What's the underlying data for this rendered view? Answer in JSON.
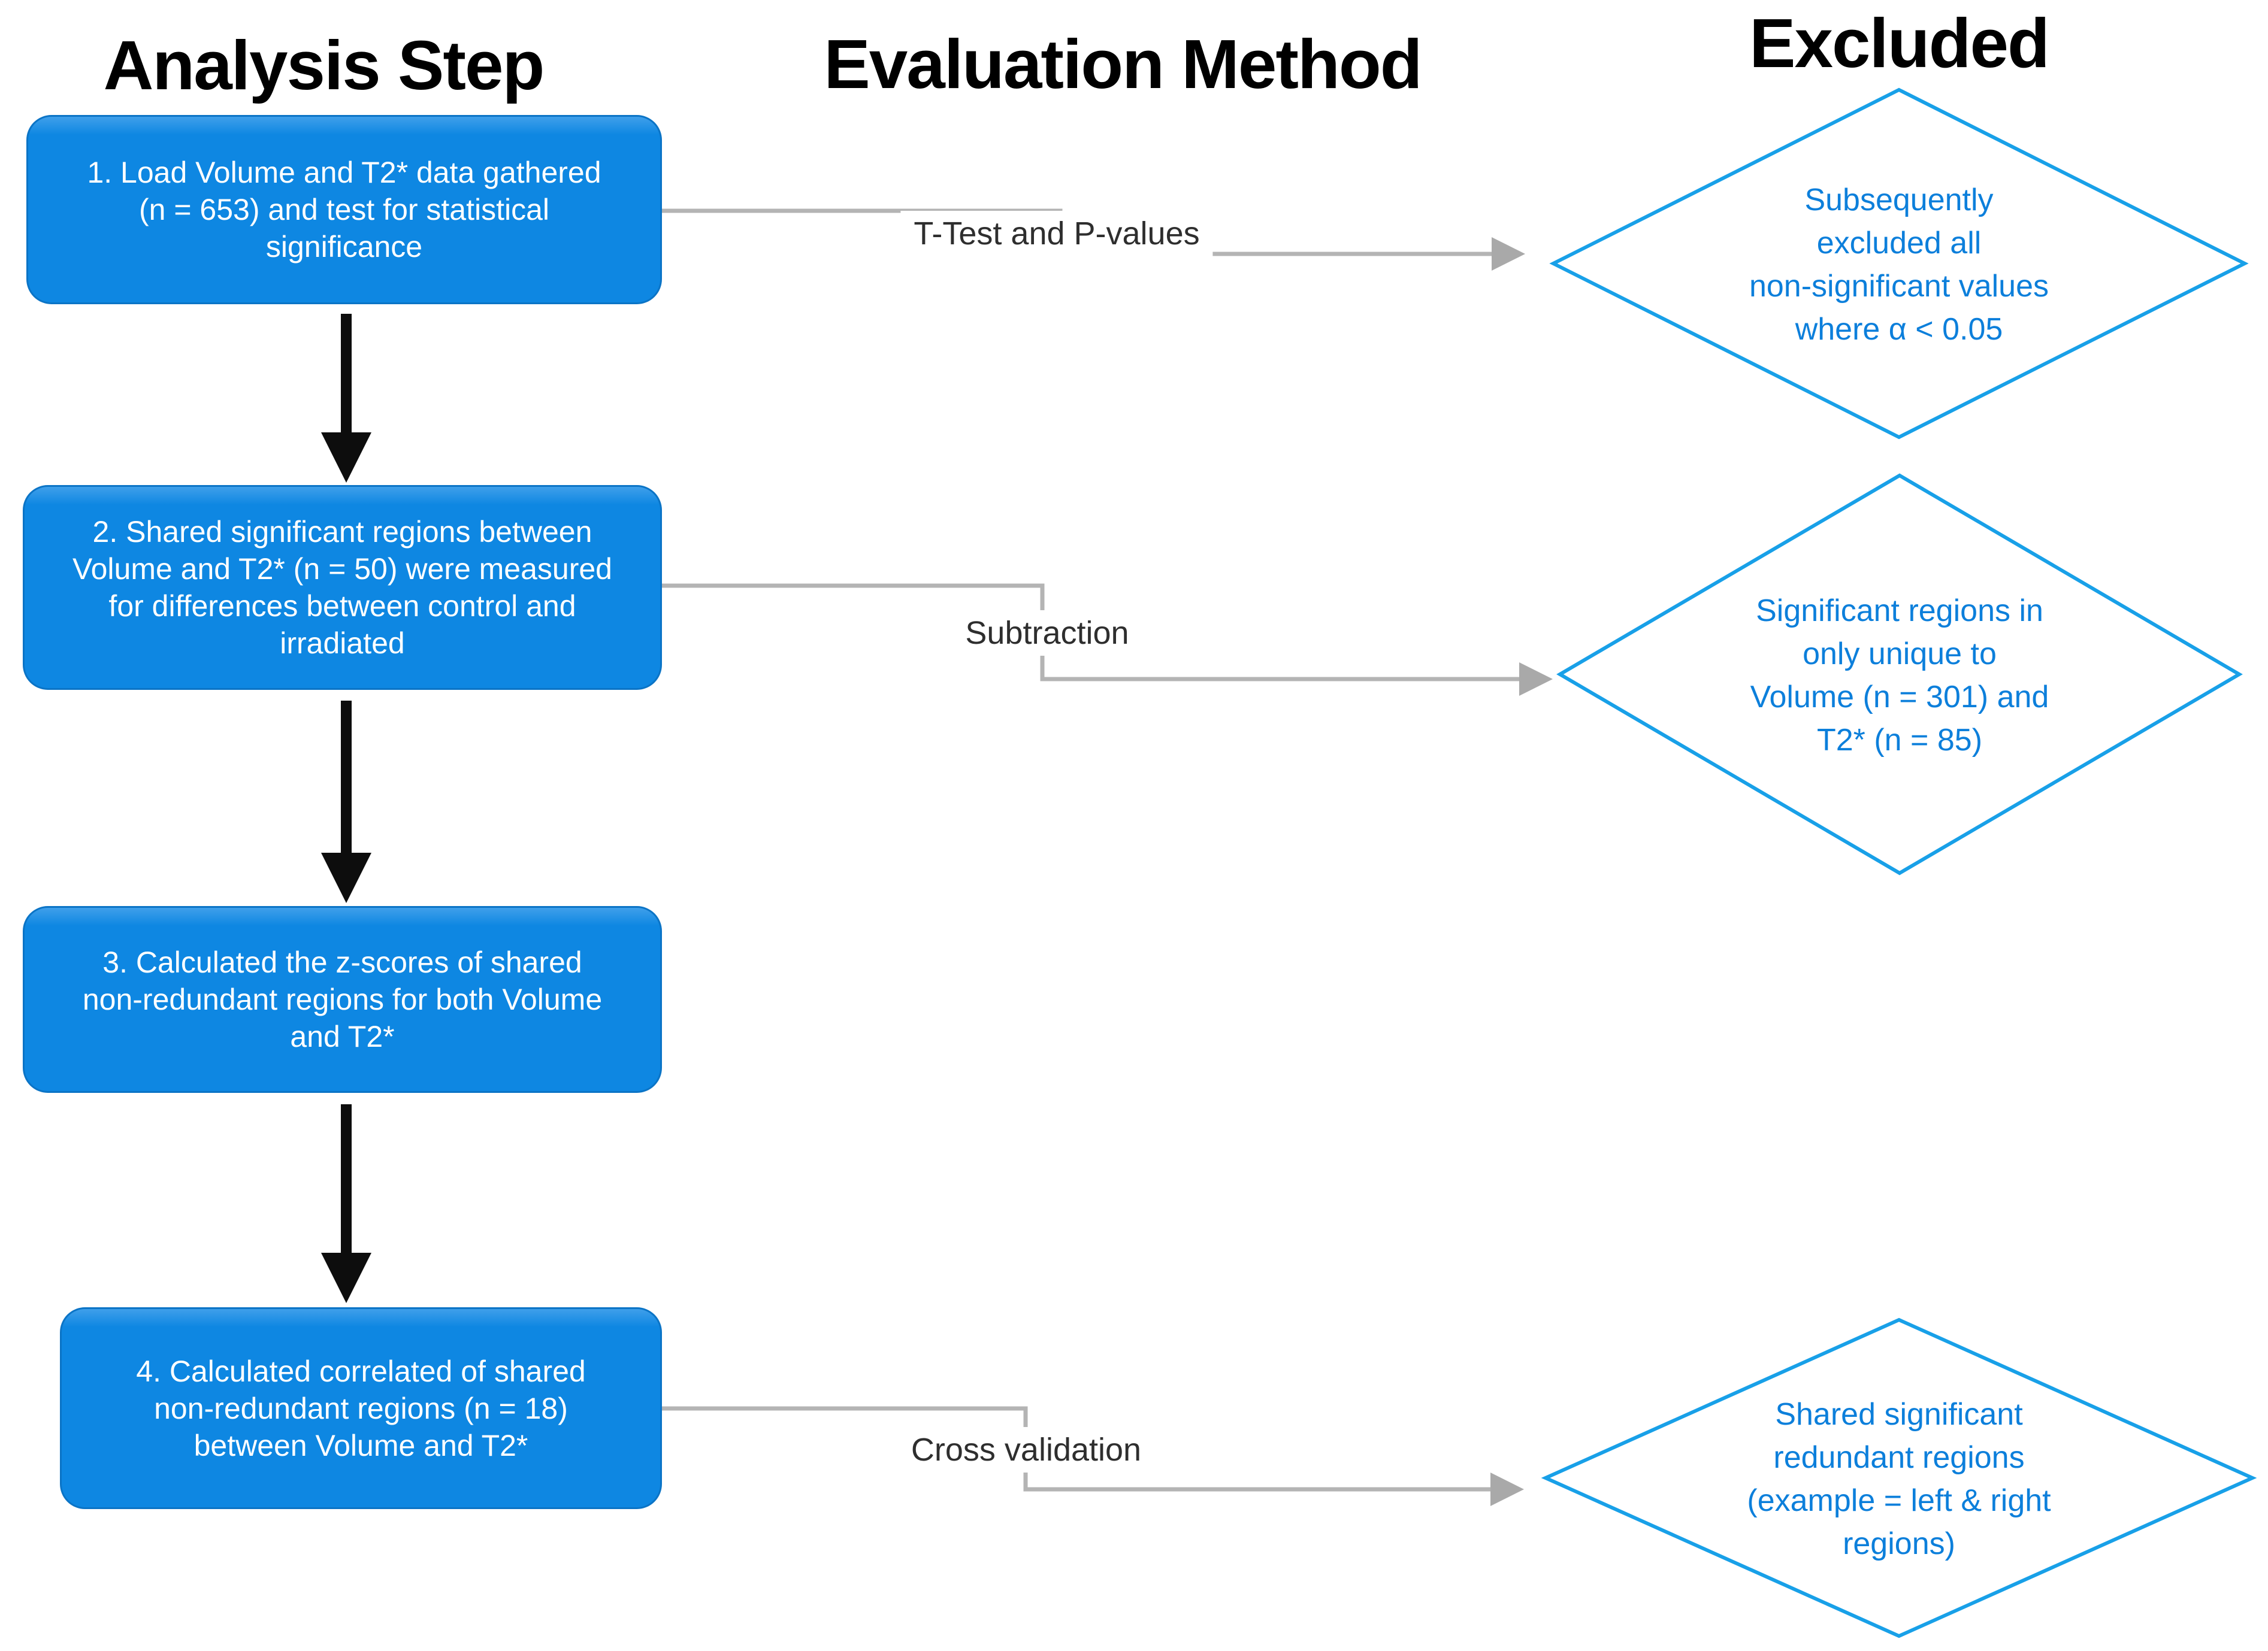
{
  "theme": {
    "background": "#ffffff",
    "box_fill": "#0e87e2",
    "box_fill_light": "#3f9fea",
    "box_border": "#0b74c6",
    "box_text": "#ffffff",
    "diamond_stroke": "#18a0e8",
    "diamond_text": "#0c7fdb",
    "connector_gray": "#b4b4b4",
    "connector_arrow_gray": "#a9a9a9",
    "flow_arrow_black": "#0d0d0d",
    "header_text": "#000000",
    "label_text": "#2e2e2e"
  },
  "columns": {
    "analysis": "Analysis Step",
    "evaluation": "Evaluation Method",
    "excluded": "Excluded"
  },
  "analysis_steps": [
    {
      "lines": [
        "1. Load Volume and T2* data gathered",
        "(n = 653) and test for statistical",
        "significance"
      ]
    },
    {
      "lines": [
        "2. Shared significant regions between",
        "Volume and T2* (n = 50) were measured",
        "for differences between control and",
        "irradiated"
      ]
    },
    {
      "lines": [
        "3. Calculated the z-scores of shared",
        "non-redundant regions for both Volume",
        "and T2*"
      ]
    },
    {
      "lines": [
        "4. Calculated correlated of shared",
        "non-redundant regions (n = 18)",
        "between Volume and T2*"
      ]
    }
  ],
  "evaluation_methods": [
    "T-Test and P-values",
    "Subtraction",
    "Cross validation"
  ],
  "excluded_outcomes": [
    {
      "lines": [
        "Subsequently",
        "excluded all",
        "non-significant values",
        "where α < 0.05"
      ]
    },
    {
      "lines": [
        "Significant regions in",
        "only unique to",
        "Volume (n = 301) and",
        "T2* (n = 85)"
      ]
    },
    {
      "lines": [
        "Shared significant",
        "redundant regions",
        "(example = left & right",
        "regions)"
      ]
    }
  ]
}
